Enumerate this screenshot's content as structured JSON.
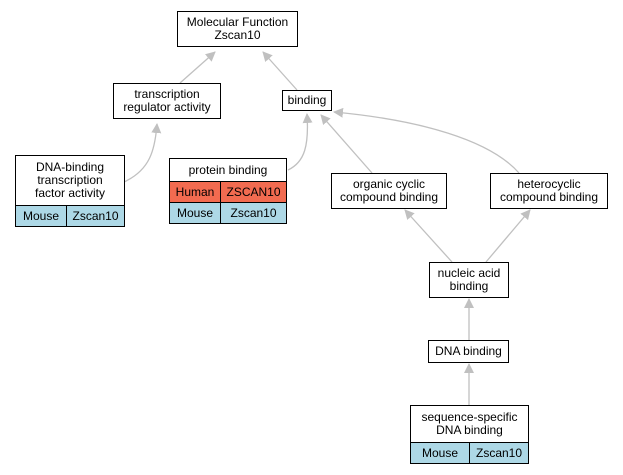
{
  "diagram": {
    "root": {
      "line1": "Molecular Function",
      "line2": "Zscan10"
    },
    "transcription_regulator_activity": {
      "line1": "transcription",
      "line2": "regulator activity"
    },
    "binding": {
      "label": "binding"
    },
    "dna_binding_tf_activity": {
      "line1": "DNA-binding",
      "line2": "transcription",
      "line3": "factor activity",
      "rows": [
        {
          "species": "Mouse",
          "gene": "Zscan10"
        }
      ]
    },
    "protein_binding": {
      "label": "protein binding",
      "rows": [
        {
          "species": "Human",
          "gene": "ZSCAN10"
        },
        {
          "species": "Mouse",
          "gene": "Zscan10"
        }
      ]
    },
    "organic_cyclic_compound_binding": {
      "line1": "organic cyclic",
      "line2": "compound binding"
    },
    "heterocyclic_compound_binding": {
      "line1": "heterocyclic",
      "line2": "compound binding"
    },
    "nucleic_acid_binding": {
      "line1": "nucleic acid",
      "line2": "binding"
    },
    "dna_binding": {
      "label": "DNA binding"
    },
    "sequence_specific_dna_binding": {
      "line1": "sequence-specific",
      "line2": "DNA binding",
      "rows": [
        {
          "species": "Mouse",
          "gene": "Zscan10"
        }
      ]
    }
  },
  "colors": {
    "human_row": "#f26b50",
    "mouse_row": "#add8e6",
    "edge": "#c0c0c0",
    "border": "#000000"
  }
}
